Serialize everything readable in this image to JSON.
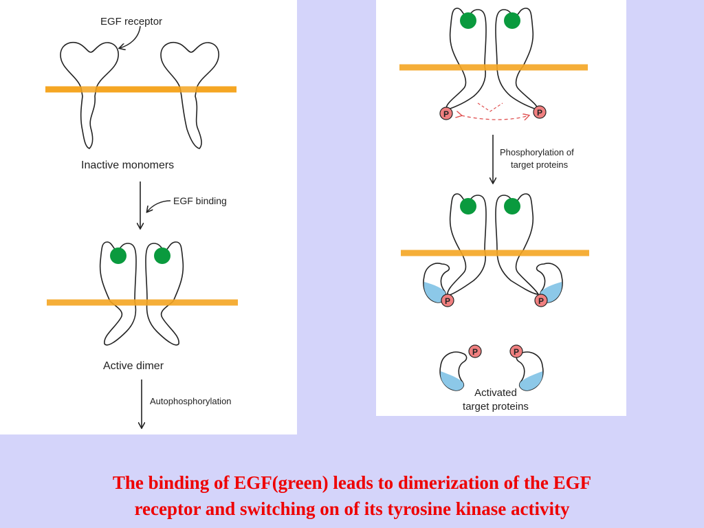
{
  "colors": {
    "background": "#d4d4fa",
    "membrane": "#f5a623",
    "egf": "#0a9a3e",
    "phosphate": "#f08080",
    "kinase_domain": "#8cc8e8",
    "caption": "#ee0000"
  },
  "left_panel": {
    "receptor_label": "EGF receptor",
    "monomers_label": "Inactive monomers",
    "binding_label": "EGF binding",
    "dimer_label": "Active dimer",
    "autophos_label": "Autophosphorylation"
  },
  "right_panel": {
    "phos_label_line1": "Phosphorylation of",
    "phos_label_line2": "target proteins",
    "phosphate_mark": "P",
    "activated_line1": "Activated",
    "activated_line2": "target proteins"
  },
  "caption": {
    "line1": "The binding of  EGF(green) leads to dimerization of the EGF",
    "line2": "receptor and switching on of its tyrosine kinase activity"
  }
}
